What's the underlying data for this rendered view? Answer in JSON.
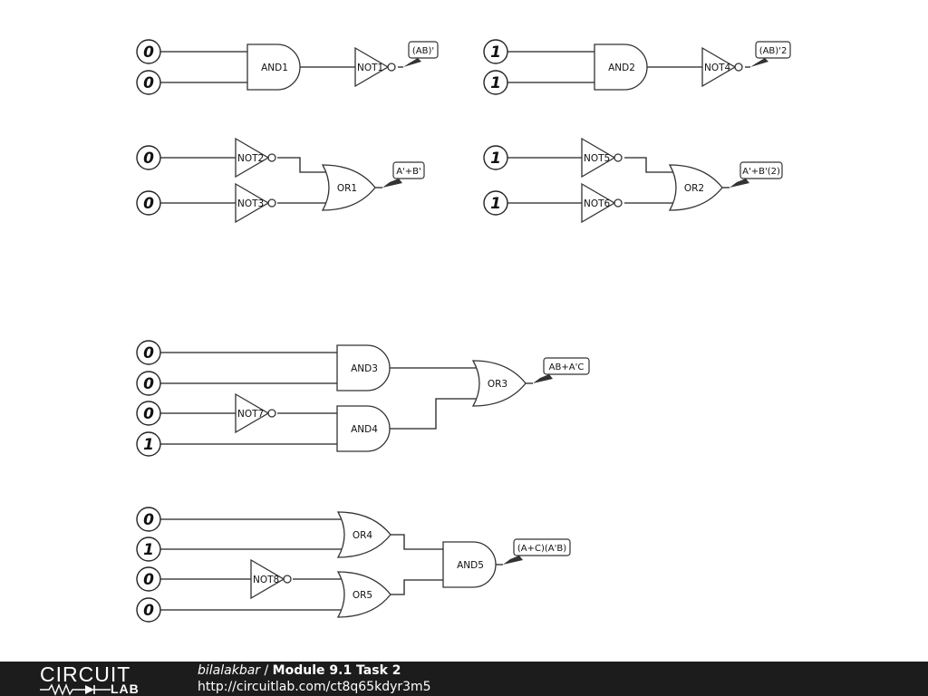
{
  "circuit": {
    "inputs": [
      {
        "id": "in-1",
        "value": "0"
      },
      {
        "id": "in-2",
        "value": "0"
      },
      {
        "id": "in-3",
        "value": "1"
      },
      {
        "id": "in-4",
        "value": "1"
      },
      {
        "id": "in-5",
        "value": "0"
      },
      {
        "id": "in-6",
        "value": "0"
      },
      {
        "id": "in-7",
        "value": "1"
      },
      {
        "id": "in-8",
        "value": "1"
      },
      {
        "id": "in-9",
        "value": "0"
      },
      {
        "id": "in-10",
        "value": "0"
      },
      {
        "id": "in-11",
        "value": "0"
      },
      {
        "id": "in-12",
        "value": "1"
      },
      {
        "id": "in-13",
        "value": "0"
      },
      {
        "id": "in-14",
        "value": "1"
      },
      {
        "id": "in-15",
        "value": "0"
      },
      {
        "id": "in-16",
        "value": "0"
      }
    ],
    "gates": [
      {
        "id": "and1",
        "type": "and",
        "label": "AND1"
      },
      {
        "id": "not1",
        "type": "not",
        "label": "NOT1"
      },
      {
        "id": "and2",
        "type": "and",
        "label": "AND2"
      },
      {
        "id": "not4",
        "type": "not",
        "label": "NOT4"
      },
      {
        "id": "not2",
        "type": "not",
        "label": "NOT2"
      },
      {
        "id": "not3",
        "type": "not",
        "label": "NOT3"
      },
      {
        "id": "or1",
        "type": "or",
        "label": "OR1"
      },
      {
        "id": "not5",
        "type": "not",
        "label": "NOT5"
      },
      {
        "id": "not6",
        "type": "not",
        "label": "NOT6"
      },
      {
        "id": "or2",
        "type": "or",
        "label": "OR2"
      },
      {
        "id": "and3",
        "type": "and",
        "label": "AND3"
      },
      {
        "id": "not7",
        "type": "not",
        "label": "NOT7"
      },
      {
        "id": "and4",
        "type": "and",
        "label": "AND4"
      },
      {
        "id": "or3",
        "type": "or",
        "label": "OR3"
      },
      {
        "id": "or4",
        "type": "or",
        "label": "OR4"
      },
      {
        "id": "not8",
        "type": "not",
        "label": "NOT8"
      },
      {
        "id": "or5",
        "type": "or",
        "label": "OR5"
      },
      {
        "id": "and5",
        "type": "and",
        "label": "AND5"
      }
    ],
    "outputs": [
      {
        "id": "out-1",
        "label": "(AB)'"
      },
      {
        "id": "out-2",
        "label": "(AB)'2"
      },
      {
        "id": "out-3",
        "label": "A'+B'"
      },
      {
        "id": "out-4",
        "label": "A'+B'(2)"
      },
      {
        "id": "out-5",
        "label": "AB+A'C"
      },
      {
        "id": "out-6",
        "label": "(A+C)(A'B)"
      }
    ]
  },
  "footer": {
    "logo_top": "CIRCUIT",
    "logo_bottom": "LAB",
    "author": "bilalakbar",
    "separator": " / ",
    "title": "Module 9.1 Task 2",
    "url": "http://circuitlab.com/ct8q65kdyr3m5"
  }
}
